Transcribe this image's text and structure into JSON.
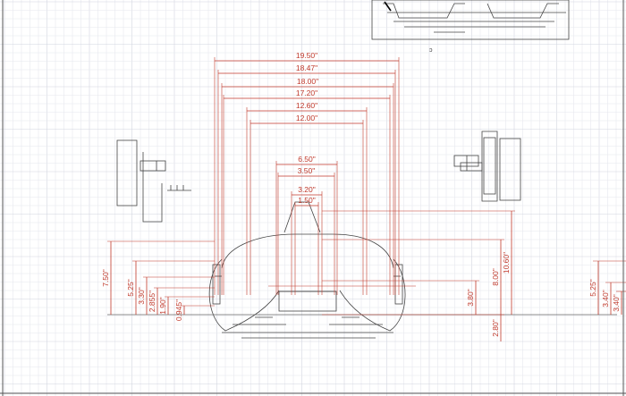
{
  "colors": {
    "background": "#ffffff",
    "grid_minor": "#e6e8ee",
    "grid_major": "#d2d6df",
    "drawing": "#444444",
    "dimension": "#c0392b",
    "frame": "#555555"
  },
  "horizontal_dims": [
    "19.50\"",
    "18.47\"",
    "18.00\"",
    "17.20\"",
    "12.60\"",
    "12.00\"",
    "6.50\"",
    "3.50\"",
    "3.20\"",
    "1.50\""
  ],
  "vertical_dims_left": [
    "7.50\"",
    "5.25\"",
    "3.30\"",
    "2.855\"",
    "1.90\"",
    "0.945\""
  ],
  "vertical_dims_right": [
    "10.60\"",
    "8.00\"",
    "3.80\"",
    "2.80\""
  ],
  "vertical_dims_far_right": [
    "5.25\"",
    "3.40\"",
    "3.40\""
  ]
}
